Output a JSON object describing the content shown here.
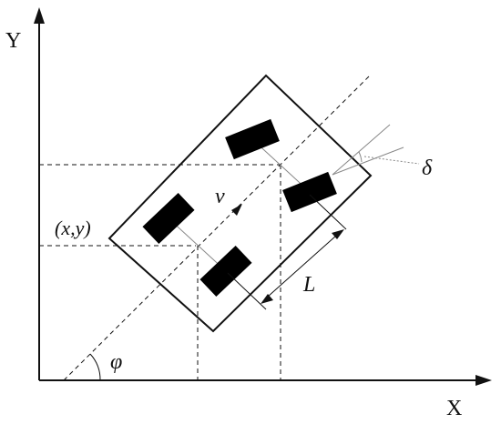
{
  "axes": {
    "x_label": "X",
    "y_label": "Y"
  },
  "labels": {
    "position": "(x,y)",
    "velocity": "v",
    "length": "L",
    "steer_angle": "δ",
    "heading_angle": "φ"
  },
  "colors": {
    "line": "#111111",
    "wheel": "#000000",
    "thin_line": "#888888"
  }
}
